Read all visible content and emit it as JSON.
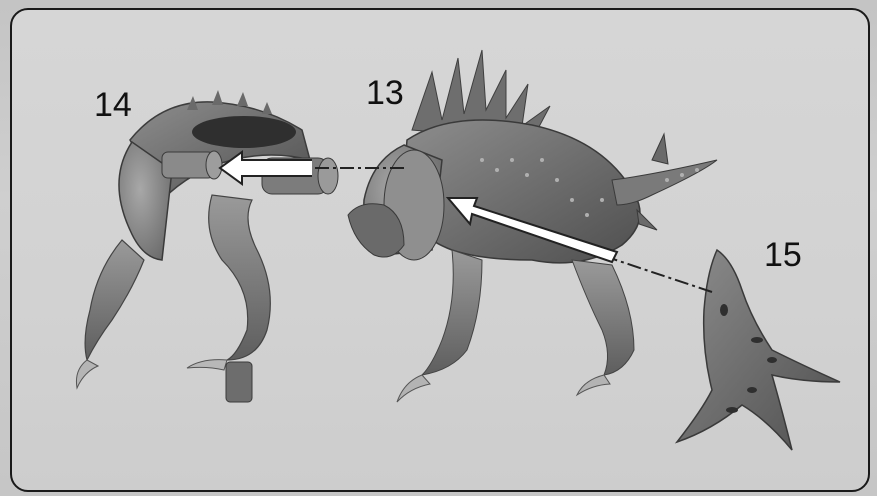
{
  "labels": {
    "part_14": "14",
    "part_13": "13",
    "part_15": "15"
  },
  "colors": {
    "panel_background": "#d4d4d4",
    "border": "#1a1a1a",
    "figure_gray": "#7a7a7a",
    "arrow_outline": "#222222"
  }
}
